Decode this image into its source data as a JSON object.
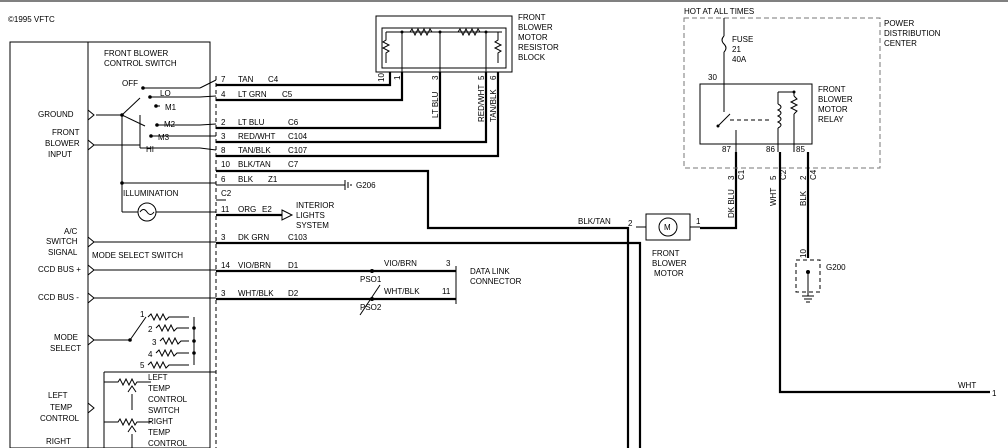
{
  "copyright": "©1995 VFTC",
  "hot_at_all_times": "HOT AT ALL TIMES",
  "switch": {
    "title": [
      "FRONT BLOWER",
      "CONTROL SWITCH"
    ],
    "positions": {
      "off": "OFF",
      "lo": "LO",
      "m1": "M1",
      "m2": "M2",
      "m3": "M3",
      "hi": "HI"
    },
    "illumination": "ILLUMINATION",
    "mode_select_switch": "MODE SELECT SWITCH",
    "mode_positions": [
      "1",
      "2",
      "3",
      "4",
      "5"
    ]
  },
  "left_labels": {
    "ground": "GROUND",
    "front_blower_input": [
      "FRONT",
      "BLOWER",
      "INPUT"
    ],
    "ac_switch_signal": [
      "A/C",
      "SWITCH",
      "SIGNAL"
    ],
    "ccd_bus_plus": "CCD BUS +",
    "ccd_bus_minus": "CCD BUS -",
    "mode_select": [
      "MODE",
      "SELECT"
    ],
    "left_temp_control": [
      "LEFT",
      "TEMP",
      "CONTROL"
    ],
    "right": "RIGHT"
  },
  "temp_switch": {
    "left": [
      "LEFT",
      "TEMP",
      "CONTROL",
      "SWITCH"
    ],
    "right": [
      "RIGHT",
      "TEMP",
      "CONTROL"
    ]
  },
  "wires": [
    {
      "pin": "7",
      "color": "TAN",
      "circuit": "C4"
    },
    {
      "pin": "4",
      "color": "LT GRN",
      "circuit": "C5"
    },
    {
      "pin": "2",
      "color": "LT BLU",
      "circuit": "C6"
    },
    {
      "pin": "3",
      "color": "RED/WHT",
      "circuit": "C104"
    },
    {
      "pin": "8",
      "color": "TAN/BLK",
      "circuit": "C107"
    },
    {
      "pin": "10",
      "color": "BLK/TAN",
      "circuit": "C7"
    },
    {
      "pin": "6",
      "color": "BLK",
      "circuit": "Z1"
    },
    {
      "pin": "C2",
      "color": "",
      "circuit": ""
    },
    {
      "pin": "11",
      "color": "ORG",
      "circuit": "E2"
    },
    {
      "pin": "3",
      "color": "DK GRN",
      "circuit": "C103"
    },
    {
      "pin": "14",
      "color": "VIO/BRN",
      "circuit": "D1"
    },
    {
      "pin": "3",
      "color": "WHT/BLK",
      "circuit": "D2"
    }
  ],
  "ground_g206": "G206",
  "interior_lights": [
    "INTERIOR",
    "LIGHTS",
    "SYSTEM"
  ],
  "resistor_block": {
    "title": [
      "FRONT",
      "BLOWER",
      "MOTOR",
      "RESISTOR",
      "BLOCK"
    ],
    "pins": [
      "10",
      "1",
      "3",
      "5",
      "6"
    ],
    "wire_labels": [
      "LT BLU",
      "RED/WHT",
      "TAN/BLK"
    ]
  },
  "data_link": {
    "vio_brn": "VIO/BRN",
    "wht_blk": "WHT/BLK",
    "pin_top": "3",
    "pin_bottom": "11",
    "pso1": "PSO1",
    "pso2": "PSO2",
    "label": [
      "DATA LINK",
      "CONNECTOR"
    ]
  },
  "motor": {
    "symbol": "M",
    "label": [
      "FRONT",
      "BLOWER",
      "MOTOR"
    ],
    "wire_in": "BLK/TAN",
    "pin_in": "2",
    "pin_out": "1"
  },
  "pdc": {
    "title": [
      "POWER",
      "DISTRIBUTION",
      "CENTER"
    ],
    "fuse": [
      "FUSE",
      "21",
      "40A"
    ],
    "pin_30": "30",
    "relay": [
      "FRONT",
      "BLOWER",
      "MOTOR",
      "RELAY"
    ],
    "pin_87": "87",
    "pin_86": "86",
    "pin_85": "85"
  },
  "relay_out": [
    {
      "pin": "3",
      "circuit": "C1",
      "color": "DK BLU"
    },
    {
      "pin": "5",
      "circuit": "C2",
      "color": "WHT"
    },
    {
      "pin": "2",
      "circuit": "C4",
      "color": "BLK"
    }
  ],
  "g200": {
    "label": "G200",
    "pin": "10"
  },
  "wht_exit": {
    "color": "WHT",
    "pin": "1"
  }
}
